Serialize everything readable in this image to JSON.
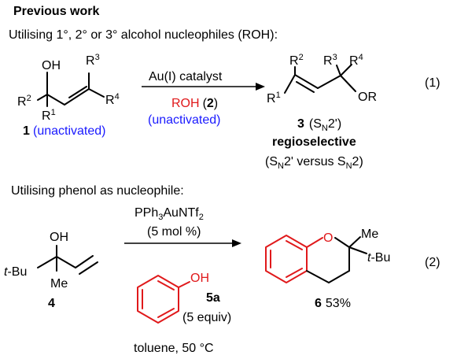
{
  "colors": {
    "red": "#e0191b",
    "blue": "#1a1aff",
    "black": "#000000"
  },
  "section1": {
    "heading": "Previous work",
    "subtitle": "Utilising 1°, 2° or 3° alcohol nucleophiles (ROH):",
    "reactant": {
      "oh": "OH",
      "r3": "R",
      "r3_sub": "3",
      "r2": "R",
      "r2_sub": "2",
      "r1": "R",
      "r1_sub": "1",
      "r4": "R",
      "r4_sub": "4",
      "number": "1",
      "note": "(unactivated)"
    },
    "conditions": {
      "catalyst": "Au(I) catalyst",
      "rohx": "ROH",
      "roh_open": "(",
      "roh_num": "2",
      "roh_close": ")",
      "roh_note": "(unactivated)"
    },
    "product": {
      "r2": "R",
      "r2_sub": "2",
      "r3": "R",
      "r3_sub": "3",
      "r4": "R",
      "r4_sub": "4",
      "r1": "R",
      "r1_sub": "1",
      "or": "OR",
      "number": "3",
      "mech_open": "(S",
      "mech_sub": "N",
      "mech_close": "2')",
      "selectivity": "regioselective",
      "vs_a": "(S",
      "vs_a_sub": "N",
      "vs_mid": "2' versus S",
      "vs_b_sub": "N",
      "vs_end": "2)"
    },
    "eq_label": "(1)"
  },
  "section2": {
    "subtitle": "Utilising phenol as nucleophile:",
    "reactant": {
      "oh": "OH",
      "tbu_t": "t",
      "tbu": "-Bu",
      "me": "Me",
      "number": "4"
    },
    "conditions": {
      "catalyst_a": "PPh",
      "catalyst_a_sub": "3",
      "catalyst_b": "AuNTf",
      "catalyst_b_sub": "2",
      "loading": "(5 mol %)",
      "phenol_oh": "OH",
      "phenol_number": "5a",
      "phenol_equiv": "(5 equiv)",
      "solvent": "toluene, 50 °C"
    },
    "product": {
      "o": "O",
      "me": "Me",
      "tbu_t": "t",
      "tbu": "-Bu",
      "number": "6",
      "yield": "53%"
    },
    "eq_label": "(2)"
  }
}
